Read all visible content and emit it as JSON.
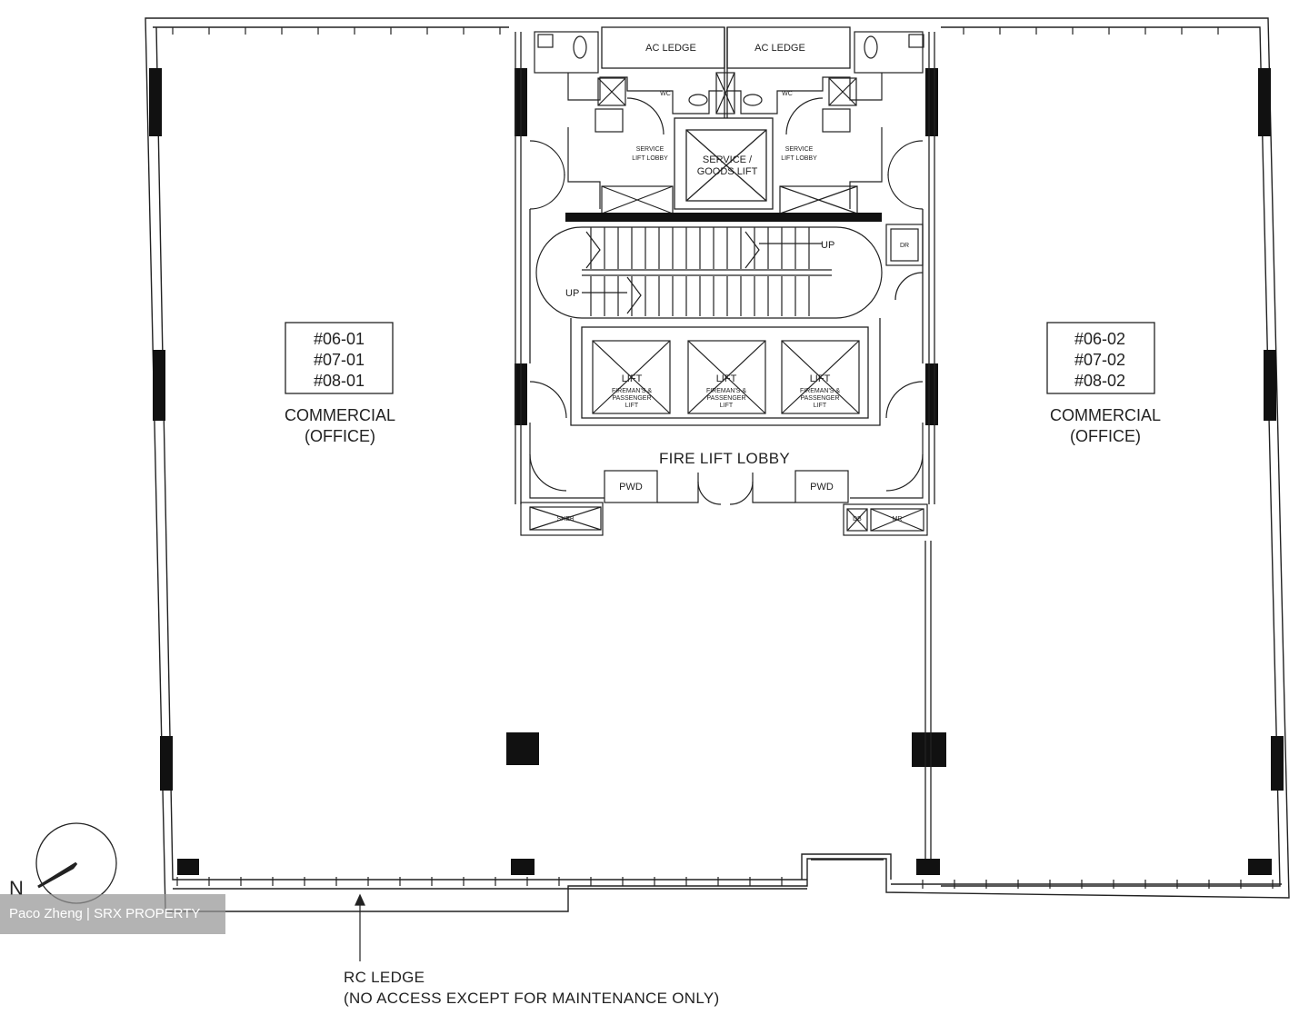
{
  "units": {
    "left": {
      "numbers": [
        "#06-01",
        "#07-01",
        "#08-01"
      ],
      "use": "COMMERCIAL",
      "sub": "(OFFICE)"
    },
    "right": {
      "numbers": [
        "#06-02",
        "#07-02",
        "#08-02"
      ],
      "use": "COMMERCIAL",
      "sub": "(OFFICE)"
    }
  },
  "core": {
    "ac_ledge_left": "AC LEDGE",
    "ac_ledge_right": "AC LEDGE",
    "wc_left": "WC",
    "wc_right": "WC",
    "service_lobby_left": [
      "SERVICE",
      "LIFT LOBBY"
    ],
    "service_lobby_right": [
      "SERVICE",
      "LIFT LOBBY"
    ],
    "goods_lift": [
      "SERVICE /",
      "GOODS LIFT"
    ],
    "stair_up_top": "UP",
    "stair_up_bottom": "UP",
    "riser_small": "DR",
    "lifts": [
      "LIFT",
      "LIFT",
      "LIFT"
    ],
    "lift_caption": [
      "FIREMAN'S &",
      "PASSENGER",
      "LIFT"
    ],
    "fire_lobby": "FIRE LIFT LOBBY",
    "pwd_left": "PWD",
    "pwd_right": "PWD",
    "shaft_left": "SHEB",
    "shaft_right_a": "DB",
    "shaft_right_b": "MR"
  },
  "ledge": {
    "line1": "RC LEDGE",
    "line2": "(NO ACCESS EXCEPT FOR MAINTENANCE ONLY)"
  },
  "north_label": "N",
  "watermark": "Paco Zheng | SRX PROPERTY"
}
